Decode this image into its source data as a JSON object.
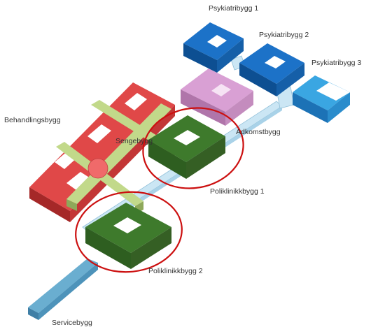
{
  "labels": {
    "psykiatribygg_1": "Psykiatribygg 1",
    "psykiatribygg_2": "Psykiatribygg 2",
    "psykiatribygg_3": "Psykiatribygg 3",
    "adkomstbygg": "Adkomstbygg",
    "behandlingsbygg": "Behandlingsbygg",
    "sengebygg": "Sengebygg",
    "poliklinikkbygg_1": "Poliklinikkbygg 1",
    "poliklinikkbygg_2": "Poliklinikkbygg 2",
    "servicebygg": "Servicebygg"
  },
  "colors": {
    "psykiatri_top": "#1c72c8",
    "psykiatri_3_top": "#3aa6e2",
    "adkomst_top": "#d9a0d4",
    "behandling_top": "#e04848",
    "senge_top": "#c2d98a",
    "poliklinikk_top": "#3e7a2c",
    "service_top": "#6aaed0",
    "connector_top": "#cbe6f4",
    "highlight_ring": "#cc1010",
    "center_circle": "#f06a6a"
  }
}
